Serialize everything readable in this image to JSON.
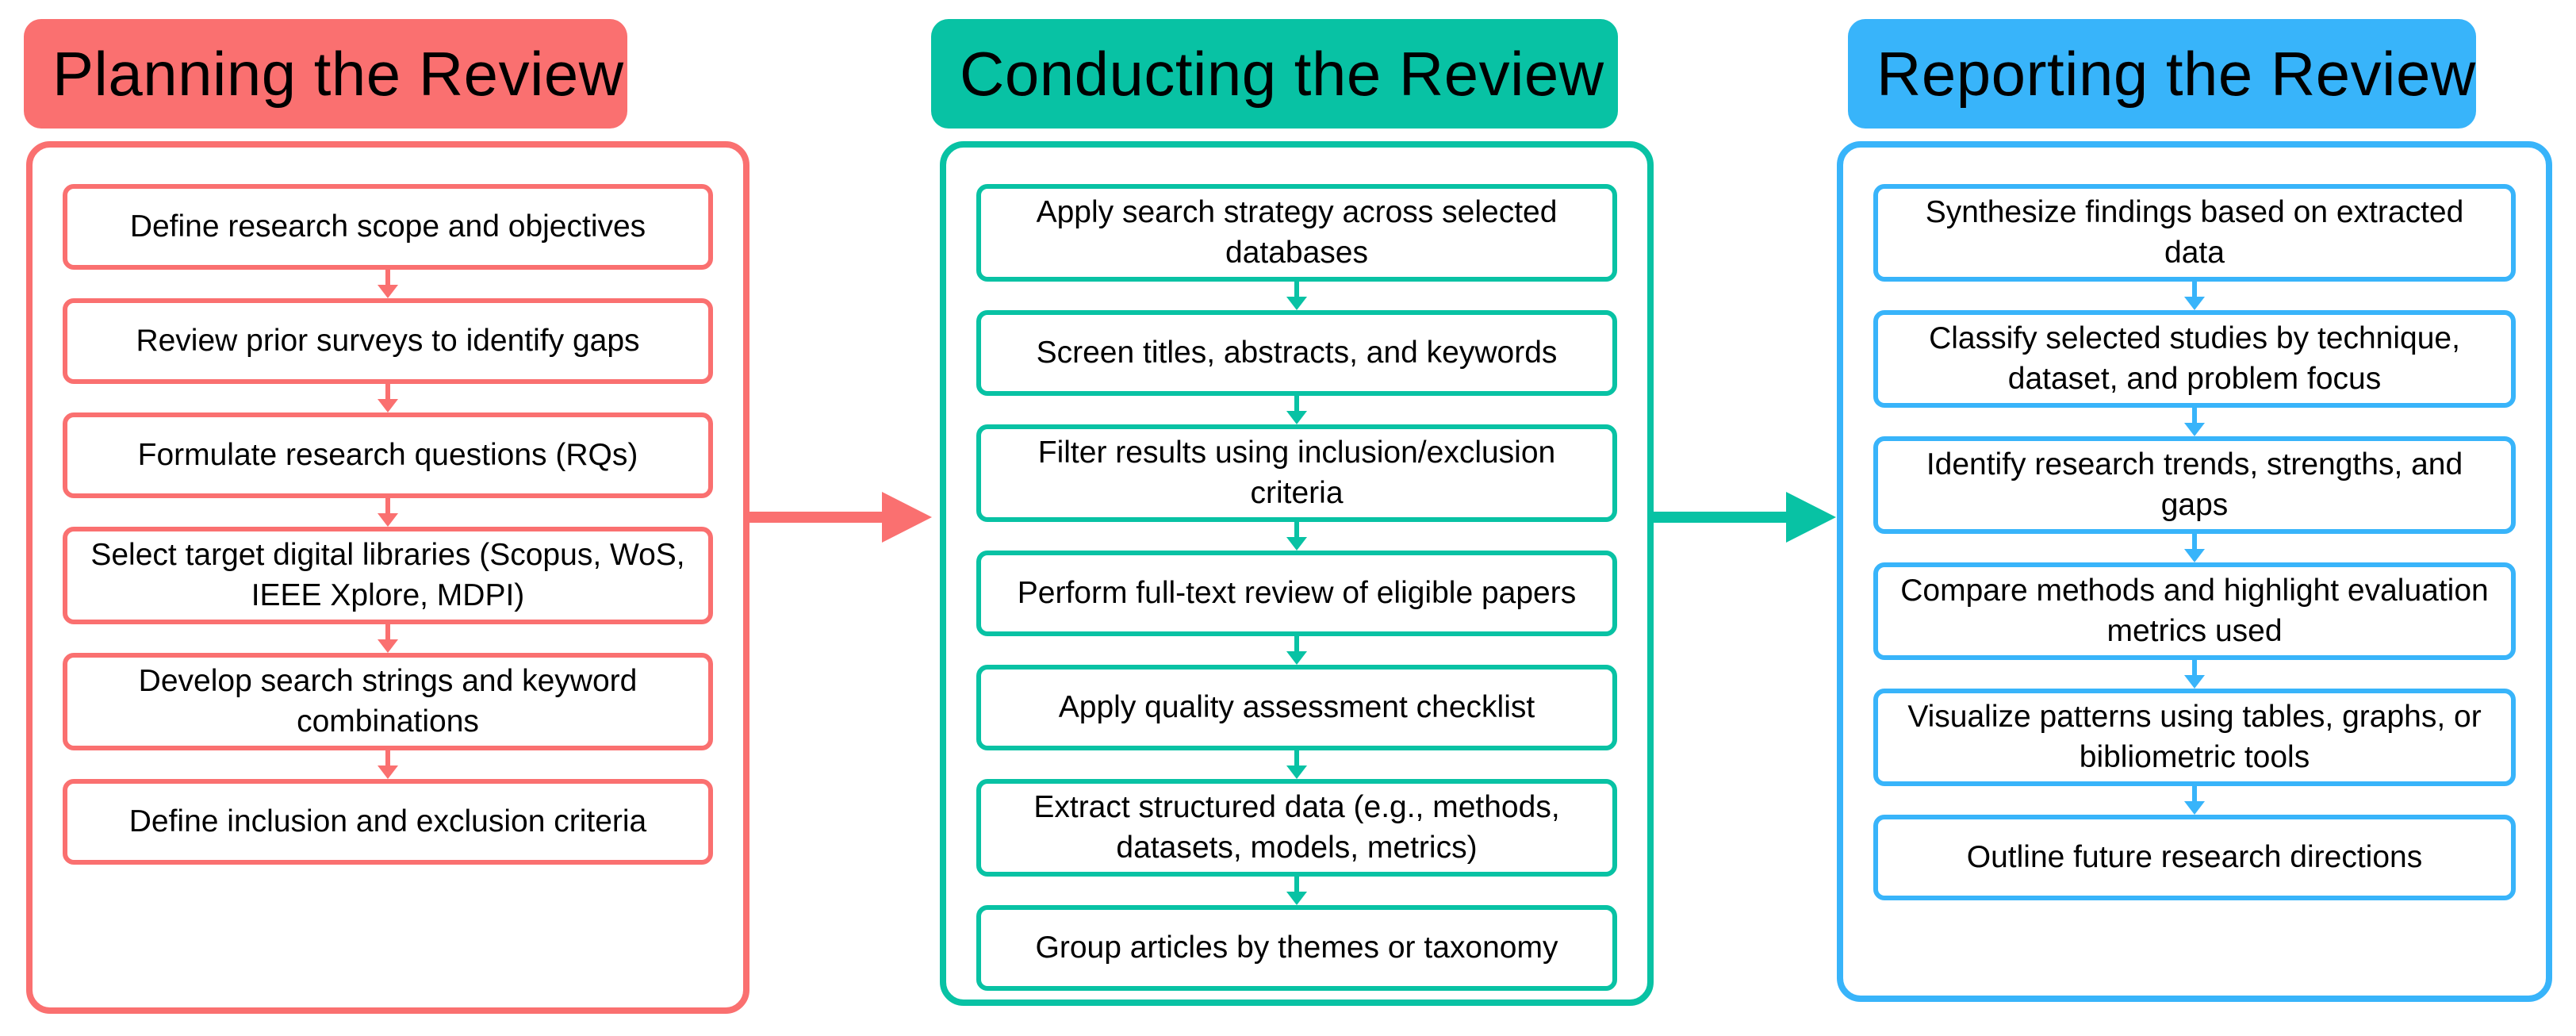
{
  "diagram": {
    "background": "#FFFFFF",
    "text_color": "#000000"
  },
  "phases": [
    {
      "title": "Planning the Review",
      "accent": "#FA7070",
      "steps": [
        "Define research scope and objectives",
        "Review prior surveys to identify gaps",
        "Formulate research questions (RQs)",
        "Select target digital libraries (Scopus, WoS, IEEE Xplore, MDPI)",
        "Develop search strings and keyword combinations",
        "Define inclusion and exclusion criteria"
      ]
    },
    {
      "title": "Conducting the Review",
      "accent": "#08C2A4",
      "steps": [
        "Apply search strategy across selected databases",
        "Screen titles, abstracts, and keywords",
        "Filter results using inclusion/exclusion criteria",
        "Perform full-text review of eligible papers",
        "Apply quality assessment checklist",
        "Extract structured data (e.g., methods, datasets, models, metrics)",
        "Group articles by themes or taxonomy"
      ]
    },
    {
      "title": "Reporting the Review",
      "accent": "#38B4FA",
      "steps": [
        "Synthesize findings based on extracted data",
        "Classify selected studies by technique, dataset, and problem focus",
        "Identify research trends, strengths, and gaps",
        "Compare methods and highlight evaluation metrics used",
        "Visualize patterns using tables, graphs, or bibliometric tools",
        "Outline future research directions"
      ]
    }
  ],
  "connectors": [
    {
      "from": "Planning the Review",
      "to": "Conducting the Review",
      "color": "#FA7070"
    },
    {
      "from": "Conducting the Review",
      "to": "Reporting the Review",
      "color": "#08C2A4"
    }
  ]
}
